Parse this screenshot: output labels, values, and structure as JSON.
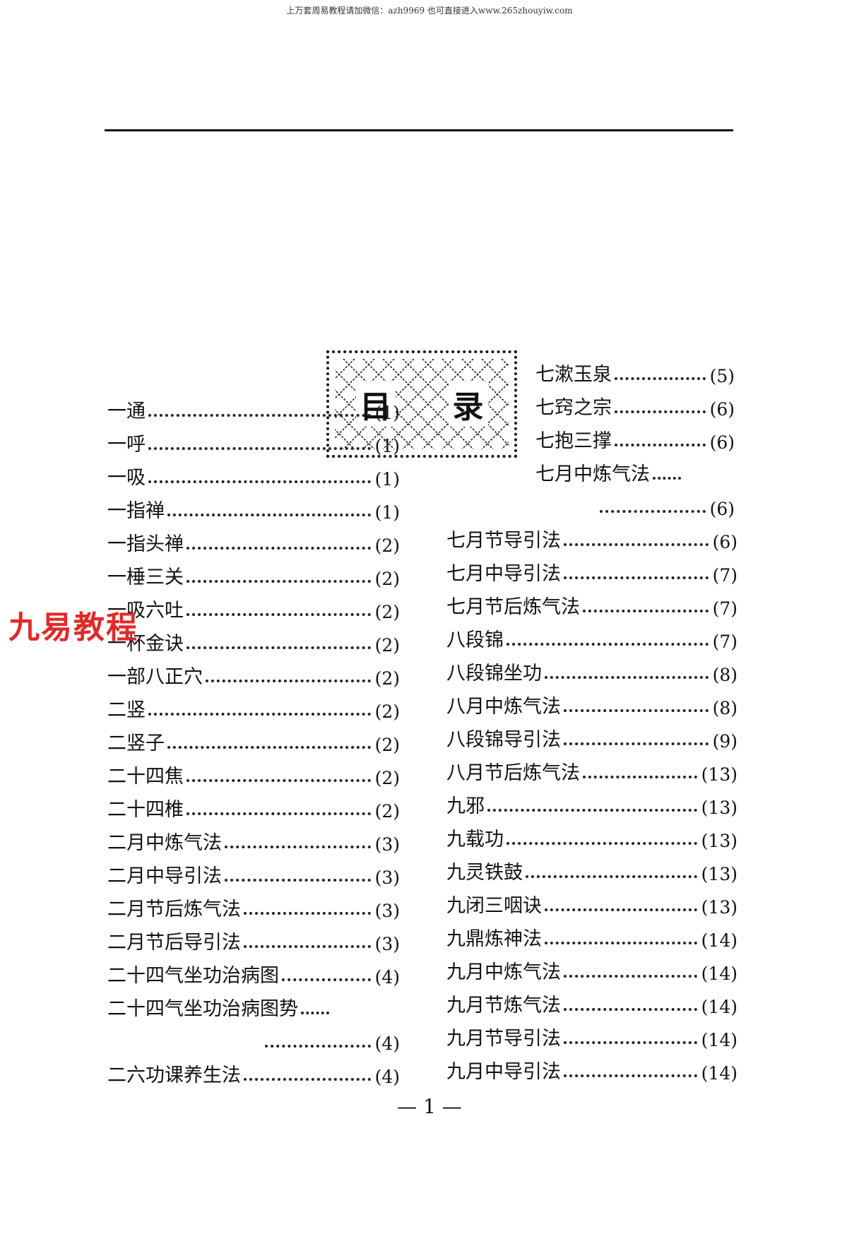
{
  "header_note": "上万套周易教程请加微信：azh9969   也可直接进入www.265zhouyiw.com",
  "title": "目 录",
  "title_chars": [
    "目",
    "录"
  ],
  "watermark": "九易教程",
  "page_number": "— 1 —",
  "left_column": [
    {
      "title": "一通",
      "page": "(1)"
    },
    {
      "title": "一呼",
      "page": "(1)"
    },
    {
      "title": "一吸",
      "page": "(1)"
    },
    {
      "title": "一指禅",
      "page": "(1)"
    },
    {
      "title": "一指头禅",
      "page": "(2)"
    },
    {
      "title": "一棰三关",
      "page": "(2)"
    },
    {
      "title": "一吸六吐",
      "page": "(2)"
    },
    {
      "title": "一杯金诀",
      "page": "(2)"
    },
    {
      "title": "一部八正穴",
      "page": "(2)"
    },
    {
      "title": "二竖",
      "page": "(2)"
    },
    {
      "title": "二竖子",
      "page": "(2)"
    },
    {
      "title": "二十四焦",
      "page": "(2)"
    },
    {
      "title": "二十四椎",
      "page": "(2)"
    },
    {
      "title": "二月中炼气法",
      "page": "(3)"
    },
    {
      "title": "二月中导引法",
      "page": "(3)"
    },
    {
      "title": "二月节后炼气法",
      "page": "(3)"
    },
    {
      "title": "二月节后导引法",
      "page": "(3)"
    },
    {
      "title": "二十四气坐功治病图",
      "page": "(4)"
    },
    {
      "title": "二十四气坐功治病图势",
      "page": ""
    },
    {
      "title": "",
      "page": "(4)"
    },
    {
      "title": "二六功课养生法",
      "page": "(4)"
    }
  ],
  "right_column": [
    {
      "title": "七漱玉泉",
      "page": "(5)"
    },
    {
      "title": "七窍之宗",
      "page": "(6)"
    },
    {
      "title": "七抱三撑",
      "page": "(6)"
    },
    {
      "title": "七月中炼气法",
      "page": ""
    },
    {
      "title": "",
      "page": "(6)"
    },
    {
      "title": "七月节导引法",
      "page": "(6)"
    },
    {
      "title": "七月中导引法",
      "page": "(7)"
    },
    {
      "title": "七月节后炼气法",
      "page": "(7)"
    },
    {
      "title": "八段锦",
      "page": "(7)"
    },
    {
      "title": "八段锦坐功",
      "page": "(8)"
    },
    {
      "title": "八月中炼气法",
      "page": "(8)"
    },
    {
      "title": "八段锦导引法",
      "page": "(9)"
    },
    {
      "title": "八月节后炼气法",
      "page": "(13)"
    },
    {
      "title": "九邪",
      "page": "(13)"
    },
    {
      "title": "九载功",
      "page": "(13)"
    },
    {
      "title": "九灵铁鼓",
      "page": "(13)"
    },
    {
      "title": "九闭三咽诀",
      "page": "(13)"
    },
    {
      "title": "九鼎炼神法",
      "page": "(14)"
    },
    {
      "title": "九月中炼气法",
      "page": "(14)"
    },
    {
      "title": "九月节炼气法",
      "page": "(14)"
    },
    {
      "title": "九月节导引法",
      "page": "(14)"
    },
    {
      "title": "九月中导引法",
      "page": "(14)"
    }
  ]
}
